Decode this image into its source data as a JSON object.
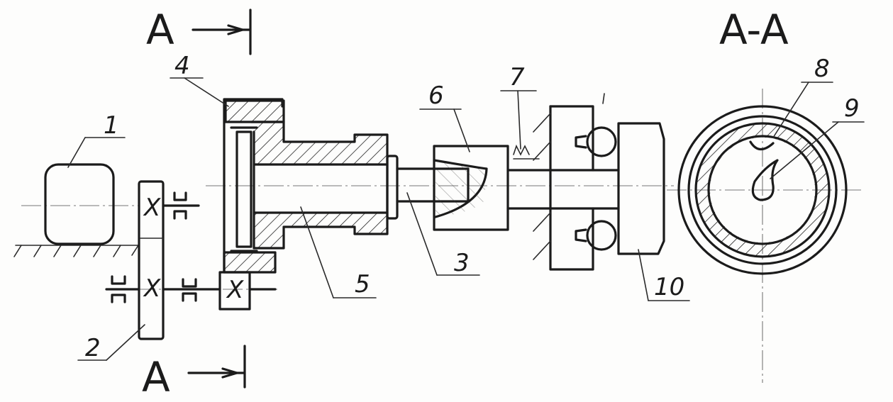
{
  "section_marks": {
    "top": "A",
    "bottom": "A",
    "view_title": "A-A"
  },
  "labels": {
    "p1": "1",
    "p2": "2",
    "p3": "3",
    "p4": "4",
    "p5": "5",
    "p6": "6",
    "p7": "7",
    "p8": "8",
    "p9": "9",
    "p10": "10"
  },
  "bearing_marks": [
    "X",
    "X",
    "X"
  ]
}
